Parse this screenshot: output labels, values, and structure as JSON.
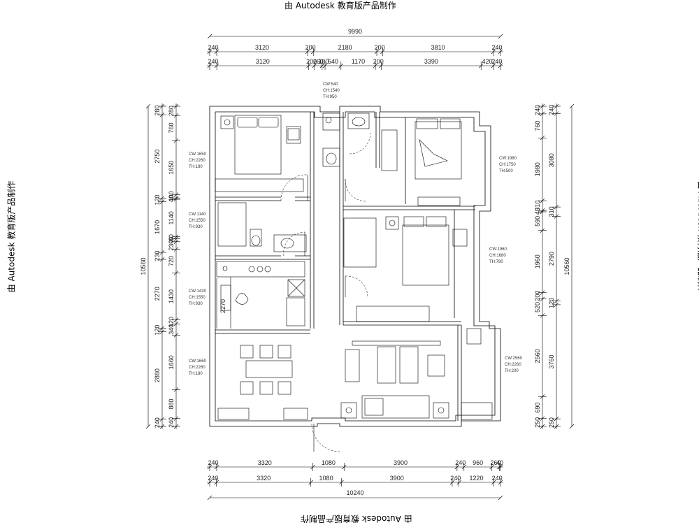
{
  "watermark": "由 Autodesk 教育版产品制作",
  "dims": {
    "top_total": "9990",
    "top_row1": [
      "240",
      "3120",
      "200",
      "2180",
      "200",
      "3810",
      "240"
    ],
    "top_row2": [
      "240",
      "3120",
      "200",
      "260",
      "100",
      "540",
      "1170",
      "200",
      "3390",
      "420",
      "240"
    ],
    "bottom_row1": [
      "240",
      "3320",
      "1080",
      "3900",
      "240",
      "960",
      "260",
      "40"
    ],
    "bottom_row2": [
      "240",
      "3320",
      "1080",
      "3900",
      "240",
      "1220",
      "240"
    ],
    "bottom_total": "10240",
    "left_total": "10560",
    "left_outer": [
      "280",
      "2750",
      "120",
      "1670",
      "230",
      "2270",
      "120",
      "2880",
      "240"
    ],
    "left_inner": [
      "280",
      "760",
      "1650",
      "100",
      "40",
      "1140",
      "60",
      "90",
      "230",
      "720",
      "1430",
      "120",
      "340",
      "1660",
      "880",
      "240"
    ],
    "right_total": "10560",
    "right_outer": [
      "240",
      "3080",
      "310",
      "2790",
      "120",
      "3760",
      "250"
    ],
    "right_inner": [
      "240",
      "760",
      "1980",
      "310",
      "40",
      "590",
      "1960",
      "200",
      "520",
      "2560",
      "690",
      "250"
    ]
  },
  "rooms": [
    {
      "lines": [
        "CW:1650",
        "CH:2260",
        "TH:180"
      ]
    },
    {
      "lines": [
        "CW:1140",
        "CH:1550",
        "TH:930"
      ]
    },
    {
      "lines": [
        "CW:1430",
        "CH:1550",
        "TH:930"
      ]
    },
    {
      "lines": [
        "CW:1660",
        "CH:2260",
        "TH:180"
      ]
    },
    {
      "lines": [
        "CW:540",
        "CH:1540",
        "TH:950"
      ]
    },
    {
      "lines": [
        "CW:1980",
        "CH:1750",
        "TH:500"
      ]
    },
    {
      "lines": [
        "CW:1960",
        "CH:1680",
        "TH:780"
      ]
    },
    {
      "lines": [
        "CW:2560",
        "CH:2260",
        "TH:200"
      ]
    }
  ],
  "kitchen_label": "2270"
}
